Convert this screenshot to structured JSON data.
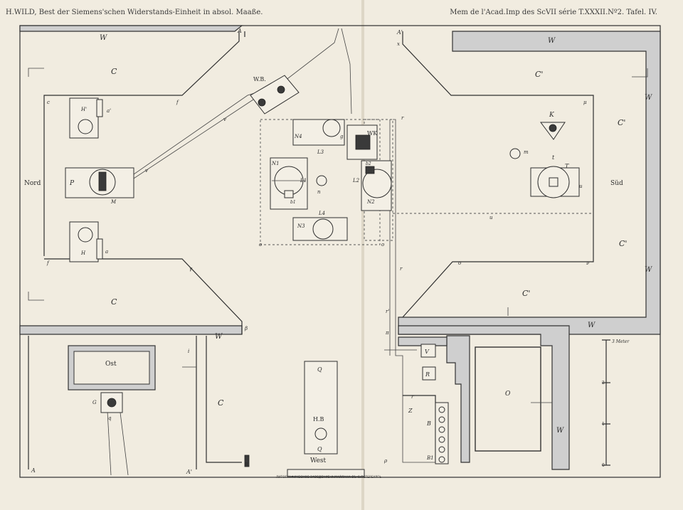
{
  "header": {
    "left": "H.WILD, Best der Siemens'schen Widerstands-Einheit in absol. Maaße.",
    "right": "Mem de l'Acad.Imp des ScVII série T.XXXII.Nº2. Tafel. IV."
  },
  "rooms": {
    "nord": "Nord",
    "sued": "Süd",
    "ost": "Ost",
    "west": "West",
    "o_big": "O"
  },
  "labels": {
    "W": "W",
    "C": "C",
    "Cp": "C'",
    "A": "A",
    "Ap": "A'",
    "WB": "W.B.",
    "WK": "WK",
    "HB": "H.B",
    "K": "K",
    "P": "P",
    "M": "M",
    "Q": "Q",
    "V": "V",
    "R": "R",
    "Z": "Z",
    "B": "B",
    "B1": "B1",
    "G": "G",
    "q": "q",
    "H": "H",
    "Hp": "H'",
    "N1": "N1",
    "N2": "N2",
    "N3": "N3",
    "N4": "N4",
    "L1": "L1",
    "L2": "L2",
    "L3": "L3",
    "L4": "L4",
    "n": "n",
    "b1": "b1",
    "b2": "b2",
    "T": "T",
    "t": "t",
    "u": "u",
    "m": "m",
    "v": "v",
    "c": "c",
    "f": "f",
    "g": "g",
    "o": "o",
    "r": "r",
    "rp": "r'",
    "pi": "π",
    "rho": "ρ",
    "alpha": "α",
    "beta": "β",
    "gamma": "γ",
    "mu": "μ",
    "nu": "ν",
    "x": "x",
    "i": "i",
    "a": "a",
    "ap": "a'"
  },
  "scale": {
    "title": "3 Meter",
    "ticks": [
      "2",
      "1",
      "0"
    ]
  },
  "footer": "ЛИТОГРАФИЧЕСКОЕ ЗАВЕДЕНИЕ И.МАЙЛАНА ВЪ С.ПЕТЕРБУРГѢ"
}
